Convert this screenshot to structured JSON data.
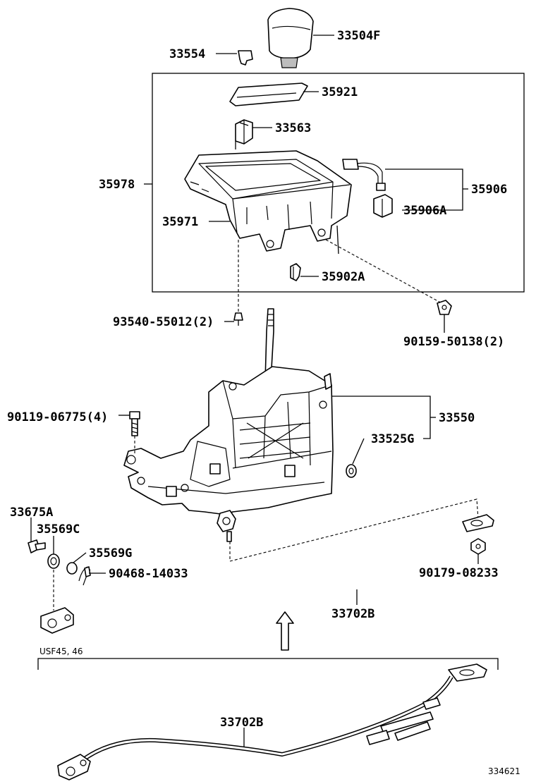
{
  "labels": {
    "p33504F": "33504F",
    "p33554": "33554",
    "p35921": "35921",
    "p33563": "33563",
    "p35978": "35978",
    "p35906": "35906",
    "p35906A": "35906A",
    "p35971": "35971",
    "p35902A": "35902A",
    "p93540": "93540-55012(2)",
    "p90159": "90159-50138(2)",
    "p90119": "90119-06775(4)",
    "p33550": "33550",
    "p33525G": "33525G",
    "p33675A": "33675A",
    "p35569C": "35569C",
    "p35569G": "35569G",
    "p90468": "90468-14033",
    "p90179": "90179-08233",
    "p33702B_top": "33702B",
    "p33702B_bottom": "33702B"
  },
  "variant_label": "USF45, 46",
  "diagram_number": "334621"
}
